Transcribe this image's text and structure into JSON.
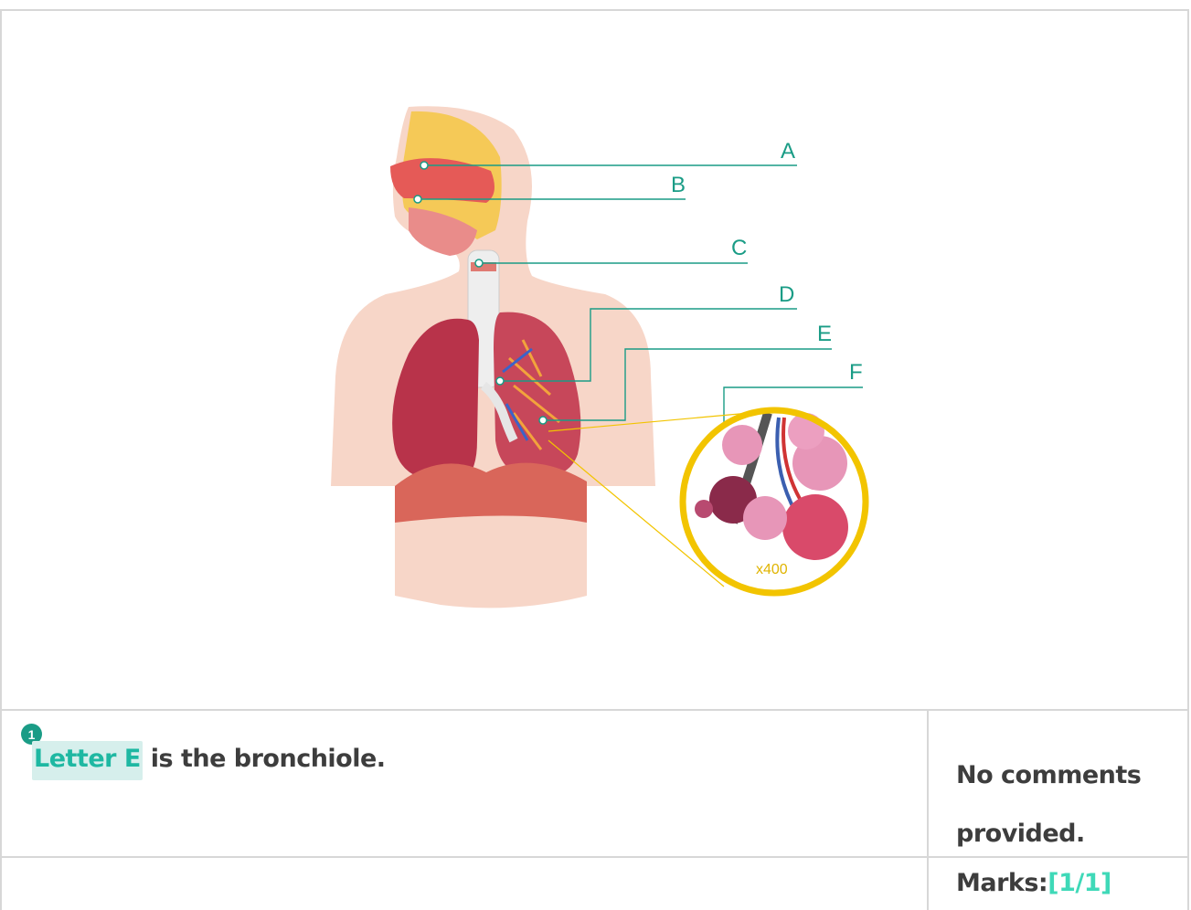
{
  "diagram": {
    "labels": [
      "A",
      "B",
      "C",
      "D",
      "E",
      "F"
    ],
    "magnification": "x400"
  },
  "answer": {
    "number": "1",
    "highlight": "Letter E",
    "rest": " is the bronchiole."
  },
  "comment": {
    "line1": "No comments",
    "line2": "provided."
  },
  "marks": {
    "label": "Marks:",
    "score": "[1/1]"
  },
  "colors": {
    "accent": "#1a9c86",
    "highlight_bg": "#d6efec",
    "score": "#3fd9b8",
    "zoom_ring": "#f2c400"
  }
}
